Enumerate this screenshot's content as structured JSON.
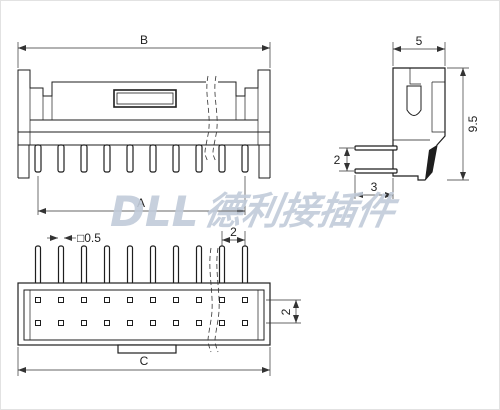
{
  "watermark": {
    "latin": "DLL",
    "cjk": "德利接插件"
  },
  "front_view": {
    "dim_overall": "B",
    "dim_pins": "A"
  },
  "side_view": {
    "dim_depth": "5",
    "dim_height": "9.5",
    "dim_pin_spacing": "2",
    "dim_pin_length": "3"
  },
  "bottom_view": {
    "dim_pin_size": "□0.5",
    "dim_pitch": "2",
    "dim_row_spacing": "2",
    "dim_body": "C"
  },
  "colors": {
    "line": "#1e1e1e",
    "watermark": "#c2ccda"
  }
}
